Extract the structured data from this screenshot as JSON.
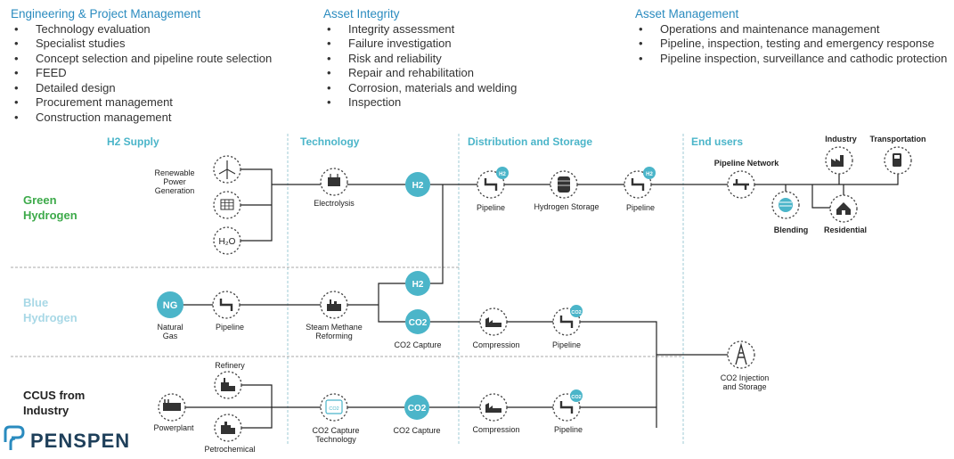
{
  "services": [
    {
      "title": "Engineering & Project Management",
      "items": [
        "Technology  evaluation",
        "Specialist studies",
        "Concept selection and pipeline route selection",
        "FEED",
        "Detailed design",
        "Procurement  management",
        "Construction  management"
      ]
    },
    {
      "title": "Asset Integrity",
      "items": [
        "Integrity assessment",
        "Failure investigation",
        "Risk and reliability",
        "Repair and rehabilitation",
        "Corrosion, materials and welding",
        "Inspection"
      ]
    },
    {
      "title": "Asset Management",
      "items": [
        "Operations and maintenance  management",
        "Pipeline, inspection, testing and emergency response",
        "Pipeline inspection, surveillance and cathodic protection"
      ]
    }
  ],
  "sections": {
    "h2_supply": "H2 Supply",
    "technology": "Technology",
    "distribution": "Distribution and Storage",
    "end_users": "End users"
  },
  "rows": {
    "green": [
      "Green",
      "Hydrogen"
    ],
    "blue": [
      "Blue",
      "Hydrogen"
    ],
    "ccus": [
      "CCUS from",
      "Industry"
    ]
  },
  "colors": {
    "accent": "#4bb5c9",
    "green": "#3daa4a",
    "blue_row": "#a8d8e6",
    "dark": "#222222",
    "logo": "#1e3f5a"
  },
  "labels": {
    "renewable": [
      "Renewable",
      "Power",
      "Generation"
    ],
    "electrolysis": "Electrolysis",
    "pipeline": "Pipeline",
    "hydrogen_storage": "Hydrogen Storage",
    "pipeline_network": "Pipeline Network",
    "industry": "Industry",
    "transportation": "Transportation",
    "blending": "Blending",
    "residential": "Residential",
    "natural_gas": [
      "Natural",
      "Gas"
    ],
    "smr": [
      "Steam Methane",
      "Reforming"
    ],
    "co2_capture": "CO2 Capture",
    "compression": "Compression",
    "co2_injection": [
      "CO2 Injection",
      "and Storage"
    ],
    "refinery": "Refinery",
    "powerplant": "Powerplant",
    "petrochemical": "Petrochemical",
    "co2_capture_tech": [
      "CO2 Capture",
      "Technology"
    ]
  },
  "badges": {
    "h2": "H2",
    "co2": "CO2",
    "ng": "NG",
    "h2o": "H₂O",
    "co2_small": "CO2"
  },
  "logo": "PENSPEN"
}
